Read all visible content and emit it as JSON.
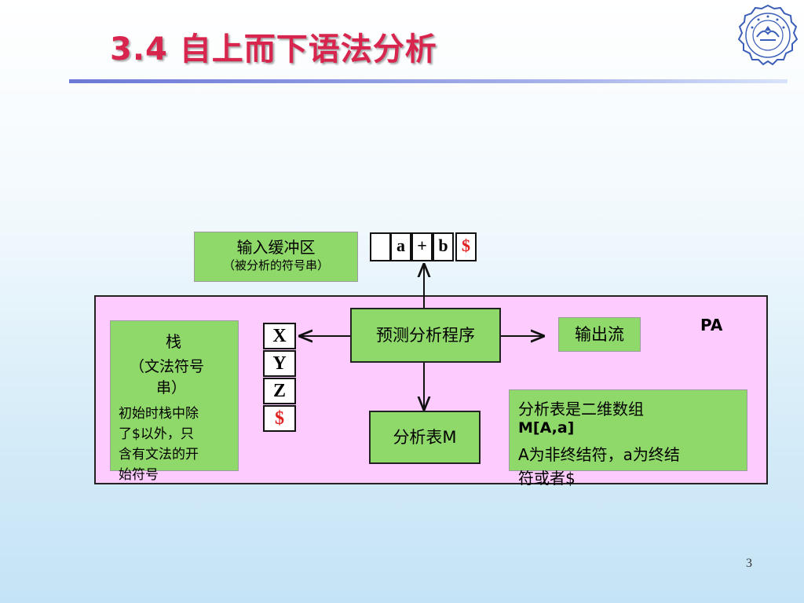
{
  "slide": {
    "title": "3.4 自上而下语法分析",
    "page_number": "3"
  },
  "input_buffer": {
    "label_main": "输入缓冲区",
    "label_sub": "（被分析的符号串）",
    "cells": [
      "",
      "a",
      "+",
      "b",
      "$"
    ]
  },
  "pa": {
    "label": "PA",
    "predictive_program": "预测分析程序",
    "output_stream": "输出流",
    "parse_table": "分析表M"
  },
  "stack": {
    "title": "栈",
    "subtitle_1": "（文法符号",
    "subtitle_2": "串）",
    "desc_1": "初始时栈中除",
    "desc_2": "了$以外，只",
    "desc_3": "含有文法的开",
    "desc_4": "始符号",
    "cells": [
      "X",
      "Y",
      "Z",
      "$"
    ]
  },
  "table_note": {
    "line_1": "分析表是二维数组",
    "line_2": "M[A,a]",
    "line_3": "A为非终结符，a为终结",
    "line_4": "符或者$"
  },
  "colors": {
    "title": "#d8254d",
    "green_box": "#8fd86a",
    "pa_box": "#fdcbfd",
    "dollar": "#e0201e"
  }
}
